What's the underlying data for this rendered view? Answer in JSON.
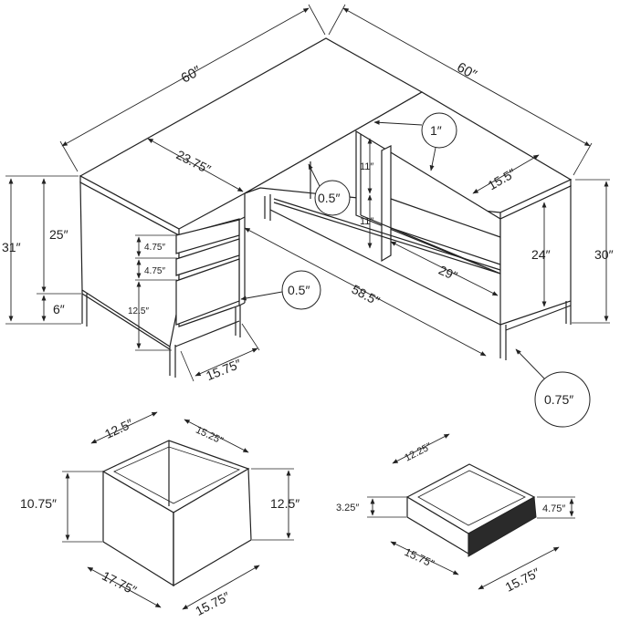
{
  "labels": {
    "desk_long_width": "60″",
    "desk_return_width": "60″",
    "desk_depth": "23.75″",
    "return_depth": "15.5″",
    "shelf_gap_top": "11″",
    "shelf_gap_bottom": "11″",
    "top_thickness": "1″",
    "panel_thickness": "0.5″",
    "inner_height": "24″",
    "inner_shelf_width": "29″",
    "total_height_right": "30″",
    "total_height_left": "31″",
    "cabinet_height": "25″",
    "leg_height": "6″",
    "drawer_small_1": "4.75″",
    "drawer_small_2": "4.75″",
    "drawer_file": "12.5″",
    "drawer_front_thickness": "0.5″",
    "return_inner_width": "58.5″",
    "cabinet_depth": "15.75″",
    "leg_thickness": "0.75″",
    "file_top_width": "12.5″",
    "file_top_depth": "15.25″",
    "file_inner_height": "10.75″",
    "file_front_height": "12.5″",
    "file_side_depth": "17.75″",
    "file_front_width": "15.75″",
    "small_top_depth": "12.25″",
    "small_inner_height": "3.25″",
    "small_front_height": "4.75″",
    "small_side_depth": "15.75″",
    "small_front_width": "15.75″"
  }
}
